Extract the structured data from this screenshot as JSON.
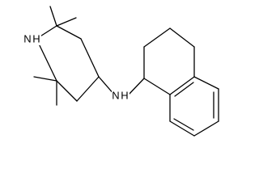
{
  "molecule": {
    "atom_labels": {
      "piperidine_nh": "N",
      "piperidine_h": "H",
      "amine_n": "N",
      "amine_h": "H"
    },
    "colors": {
      "bond": "#000000",
      "label": "#000000",
      "background": "#ffffff"
    }
  }
}
